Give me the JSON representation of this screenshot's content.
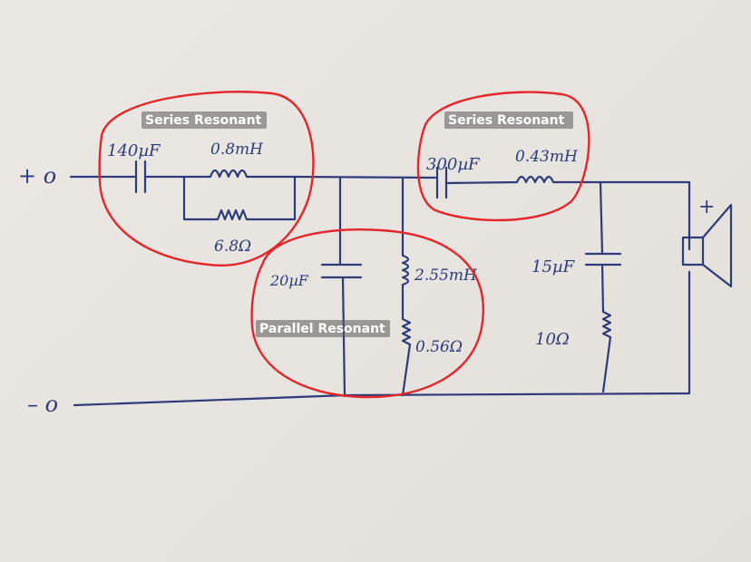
{
  "terminals": {
    "positive": "+ o",
    "negative": "– o"
  },
  "annotations": {
    "series_1": "Series Resonant",
    "series_2": "Series Resonant",
    "parallel": "Parallel Resonant"
  },
  "components": {
    "c1": "140µF",
    "l1": "0.8mH",
    "r1": "6.8Ω",
    "c2": "300µF",
    "l2": "0.43mH",
    "c3": "20µF",
    "l3": "2.55mH",
    "r3": "0.56Ω",
    "c4": "15µF",
    "r4": "10Ω",
    "speaker_polarity": "+"
  },
  "colors": {
    "ink": "#2e3b7a",
    "annotation": "#e5262b",
    "paper": "#e9e6e1"
  }
}
